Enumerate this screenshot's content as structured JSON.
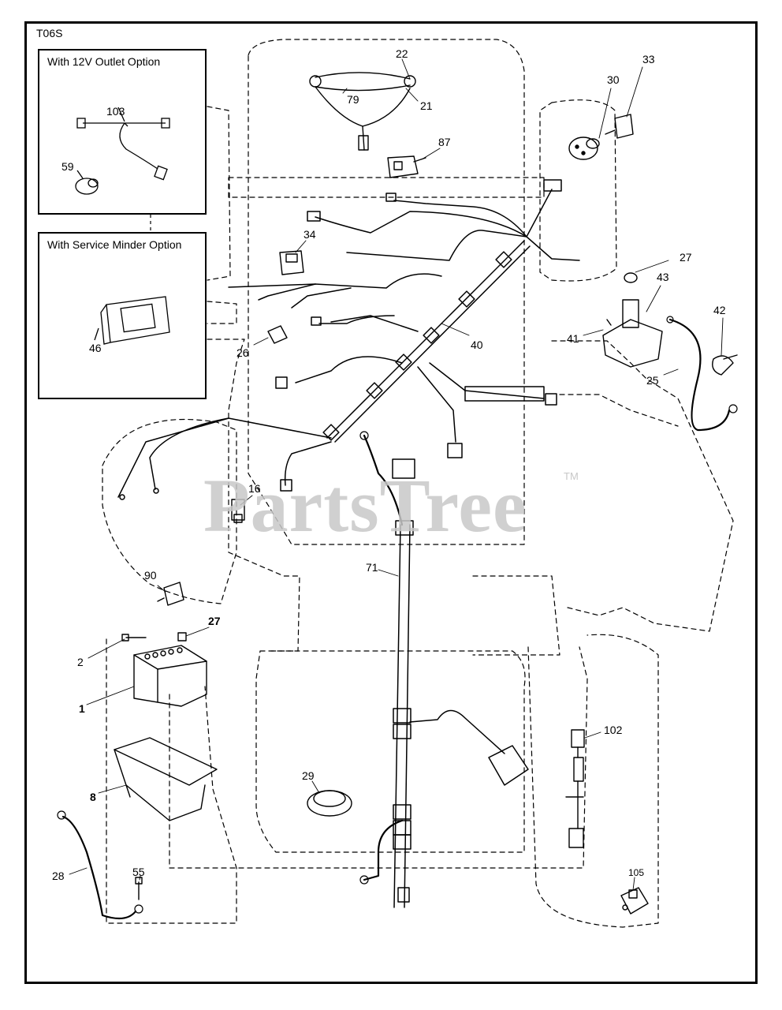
{
  "diagram_id": "T06S",
  "watermark": "PartsTree",
  "watermark_tm": "TM",
  "insets": {
    "outlet": {
      "title": "With 12V Outlet Option"
    },
    "minder": {
      "title": "With Service Minder Option"
    }
  },
  "callouts": {
    "p22": "22",
    "p79": "79",
    "p21": "21",
    "p30": "30",
    "p33": "33",
    "p87": "87",
    "p34": "34",
    "p27a": "27",
    "p43": "43",
    "p41": "41",
    "p42": "42",
    "p25": "25",
    "p40": "40",
    "p26": "26",
    "p16": "16",
    "p90": "90",
    "p27b": "27",
    "p2": "2",
    "p1": "1",
    "p8": "8",
    "p71": "71",
    "p29": "29",
    "p102": "102",
    "p28": "28",
    "p55": "55",
    "p105": "105",
    "p103": "103",
    "p59": "59",
    "p46": "46"
  }
}
